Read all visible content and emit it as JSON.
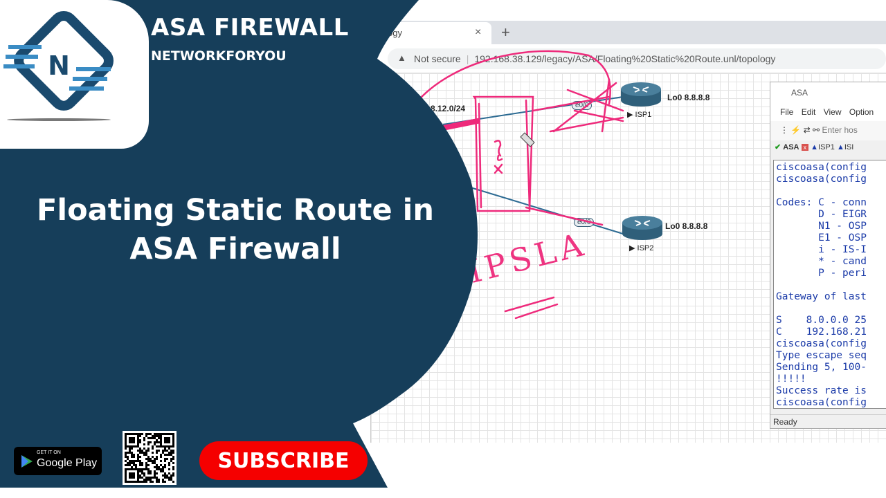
{
  "colors": {
    "navy": "#163e5a",
    "accent_blue": "#2e86c1",
    "subscribe_red": "#f50000",
    "annotation_pink": "#ee2a7b"
  },
  "brand": {
    "title": "ASA FIREWALL",
    "subtitle": "NETWORKFORYOU",
    "logo_letter": "N"
  },
  "headline": {
    "line1": "Floating Static Route in",
    "line2": "ASA Firewall"
  },
  "badges": {
    "play_small": "GET IT ON",
    "play_big": "Google Play",
    "subscribe": "SUBSCRIBE"
  },
  "browser": {
    "tab_title": "ogy",
    "tab_close": "×",
    "new_tab": "+",
    "security": "Not secure",
    "url": "192.168.38.129/legacy/ASA/Floating%20Static%20Route.unl/topology"
  },
  "topology": {
    "network_label": "8.12.0/24",
    "isp1": {
      "name": "ISP1",
      "loopback": "Lo0 8.8.8.8",
      "iface": "e0/0"
    },
    "isp2": {
      "name": "ISP2",
      "loopback": "Lo0 8.8.8.8",
      "iface": "e0/0"
    },
    "annotation": "IPSLA"
  },
  "asa_window": {
    "title": "ASA",
    "menu": [
      "File",
      "Edit",
      "View",
      "Option"
    ],
    "host_placeholder": "Enter hos",
    "tabs": [
      "ASA",
      "ISP1",
      "ISI"
    ],
    "terminal": [
      "ciscoasa(config",
      "ciscoasa(config",
      "",
      "Codes: C - conn",
      "       D - EIGR",
      "       N1 - OSP",
      "       E1 - OSP",
      "       i - IS-I",
      "       * - cand",
      "       P - peri",
      "",
      "Gateway of last",
      "",
      "S    8.0.0.0 25",
      "C    192.168.21",
      "ciscoasa(config",
      "Type escape seq",
      "Sending 5, 100-",
      "!!!!!",
      "Success rate is",
      "ciscoasa(config"
    ],
    "status": "Ready"
  }
}
